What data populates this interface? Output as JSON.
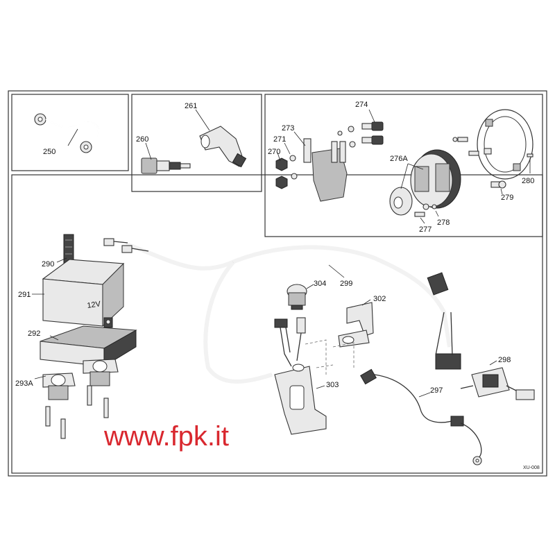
{
  "labels": {
    "p250": "250",
    "p260": "260",
    "p261": "261",
    "p270": "270",
    "p271": "271",
    "p273": "273",
    "p274": "274",
    "p276a": "276A",
    "p277": "277",
    "p278": "278",
    "p279": "279",
    "p280": "280",
    "p290": "290",
    "p291": "291",
    "p292": "292",
    "p293a": "293A",
    "p297": "297",
    "p298": "298",
    "p299": "299",
    "p302": "302",
    "p303": "303",
    "p304": "304"
  },
  "battery_text": "12V",
  "drawing_code": "XU-008",
  "watermark": "www.fpk.it",
  "colors": {
    "watermark": "#d9282f",
    "line": "#333333"
  }
}
